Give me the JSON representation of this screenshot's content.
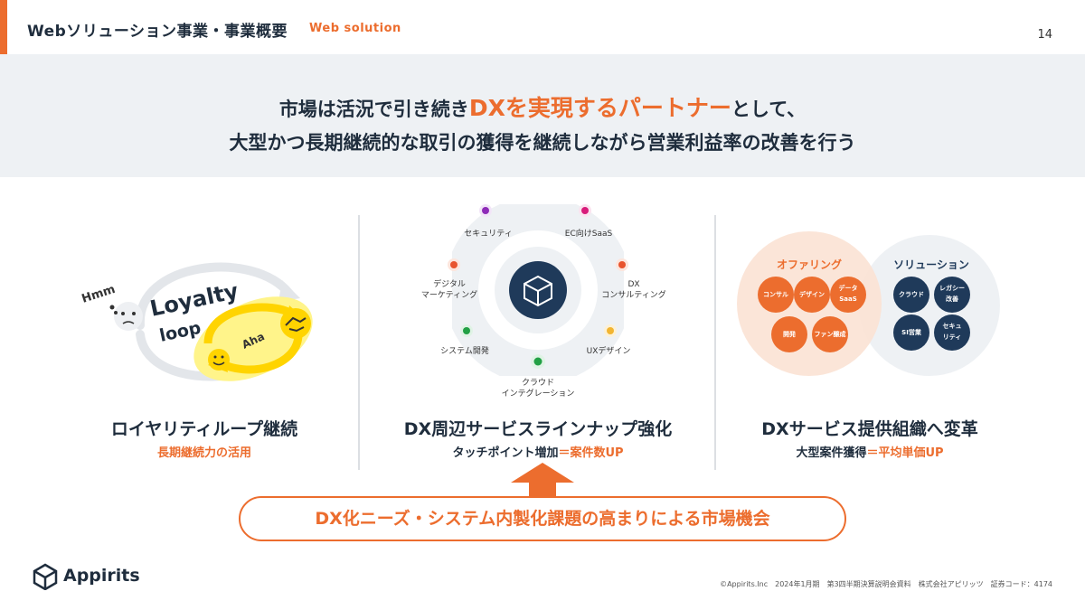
{
  "header": {
    "title": "Webソリューション事業・事業概要",
    "subtitle": "Web solution",
    "page_number": "14"
  },
  "hero": {
    "line1_before": "市場は活況で引き続き",
    "line1_highlight": "DXを実現するパートナー",
    "line1_after": "として、",
    "line2": "大型かつ長期継続的な取引の獲得を継続しながら営業利益率の改善を行う"
  },
  "loyalty": {
    "hmm": "Hmm",
    "loyalty_word": "Loyalty",
    "loop_word": "loop",
    "aha": "Aha",
    "title": "ロイヤリティループ継続",
    "sub": "長期継続力の活用"
  },
  "services": {
    "items": [
      {
        "label": "セキュリティ",
        "color": "#8e2bb8"
      },
      {
        "label": "EC向けSaaS",
        "color": "#d81b7a"
      },
      {
        "label": "DX\nコンサルティング",
        "color": "#e8542e"
      },
      {
        "label": "UXデザイン",
        "color": "#f2b531"
      },
      {
        "label": "クラウド\nインテグレーション",
        "color": "#22a045"
      },
      {
        "label": "システム開発",
        "color": "#22a045"
      },
      {
        "label": "デジタル\nマーケティング",
        "color": "#e8542e"
      }
    ],
    "title": "DX周辺サービスラインナップ強化",
    "sub_dark": "タッチポイント増加",
    "sub_orange": "＝案件数UP"
  },
  "org": {
    "offering_label": "オファリング",
    "solution_label": "ソリューション",
    "offering_items": [
      "コンサル",
      "デザイン",
      "データ\nSaaS",
      "開発",
      "ファン醸成"
    ],
    "solution_items": [
      "クラウド",
      "レガシー\n改善",
      "SI営業",
      "セキュ\nリティ"
    ],
    "title": "DXサービス提供組織へ変革",
    "sub_dark": "大型案件獲得",
    "sub_orange": "＝平均単価UP"
  },
  "banner": {
    "text": "DX化ニーズ・システム内製化課題の高まりによる市場機会"
  },
  "footer": {
    "logo_text": "Appirits",
    "text": "©Appirits.Inc　2024年1月期　第3四半期決算説明会資料　株式会社アピリッツ　証券コード：4174"
  },
  "colors": {
    "accent": "#ec6d2e",
    "navy": "#1f3a5a",
    "text": "#1f2d3d"
  }
}
